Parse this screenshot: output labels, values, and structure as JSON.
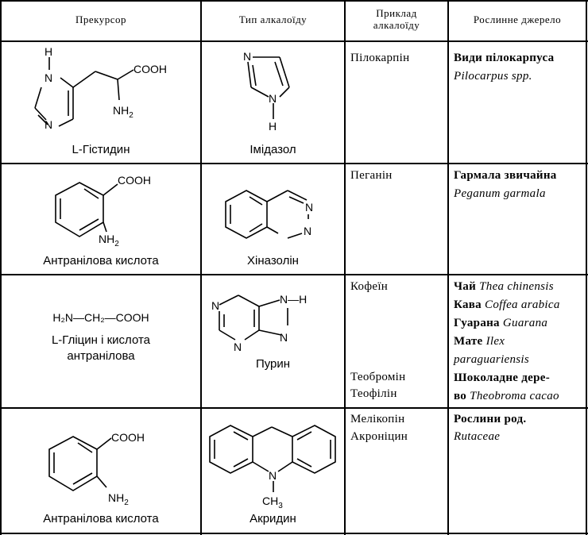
{
  "headers": {
    "precursor": "Прекурсор",
    "alkaloid_type": "Тип алкалоїду",
    "example_line1": "Приклад",
    "example_line2": "алкалоїду",
    "plant_source": "Рослинне джерело"
  },
  "rows": [
    {
      "precursor": "L-Гістидин",
      "type": "Імідазол",
      "examples": [
        "Пілокарпін"
      ],
      "sources": [
        {
          "text": "Види пілокарпуса",
          "italic": false
        },
        {
          "text": "Pilocarpus spp.",
          "italic": true
        }
      ]
    },
    {
      "precursor": "Антранілова кислота",
      "type": "Хіназолін",
      "examples": [
        "Пеганін"
      ],
      "sources": [
        {
          "text": "Гармала звичайна",
          "italic": false
        },
        {
          "text": "Peganum garmala",
          "italic": true
        }
      ]
    },
    {
      "precursor_formula": "H₂N—CH₂—COOH",
      "precursor_line1": "L-Гліцин і кислота",
      "precursor_line2": "антранілова",
      "type": "Пурин",
      "examples": [
        "Кофеїн",
        "Теобромін",
        "Теофілін"
      ],
      "sources": [
        {
          "plain": "Чай",
          "latin": "Thea chinensis"
        },
        {
          "plain": "Кава",
          "latin": "Coffea arabica"
        },
        {
          "plain": "Гуарана",
          "latin": "Guarana"
        },
        {
          "plain": "Мате",
          "latin": "Ilex"
        },
        {
          "plain": "",
          "latin": "paraguariensis"
        },
        {
          "plain": "Шоколадне дере-",
          "latin": ""
        },
        {
          "plain": "во",
          "latin": "Theobroma cacao"
        }
      ]
    },
    {
      "precursor": "Антранілова кислота",
      "type": "Акридин",
      "examples": [
        "Мелікопін",
        "Акроніцин"
      ],
      "sources": [
        {
          "text": "Рослини род.",
          "italic": false
        },
        {
          "text": "Rutaceae",
          "italic": true
        }
      ]
    }
  ],
  "atoms": {
    "N": "N",
    "H": "H",
    "COOH": "COOH",
    "NH2": "NH",
    "sub2": "2",
    "CH3": "CH",
    "sub3": "3",
    "NH": "N—H"
  }
}
